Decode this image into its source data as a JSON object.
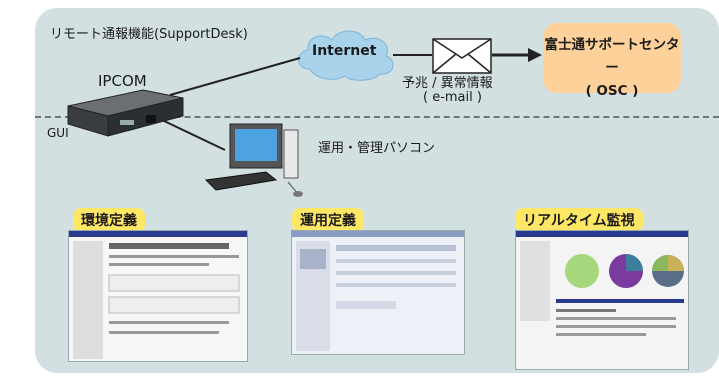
{
  "title": "リモート通報機能(SupportDesk)",
  "labels": {
    "ipcom": "IPCOM",
    "gui": "GUI",
    "internet": "Internet",
    "notice_line1": "予兆 / 異常情報",
    "notice_line2": "( e-mail )",
    "osc_line1": "富士通サポートセンター",
    "osc_line2": "( OSC )",
    "pc": "運用・管理パソコン"
  },
  "screens": {
    "env": "環境定義",
    "ops": "運用定義",
    "realtime": "リアルタイム監視"
  },
  "colors": {
    "panel": "#d3e0e2",
    "cloud": "#a9d3ea",
    "label_bg": "#ffe766",
    "osc_bg": "#ffd19a"
  }
}
